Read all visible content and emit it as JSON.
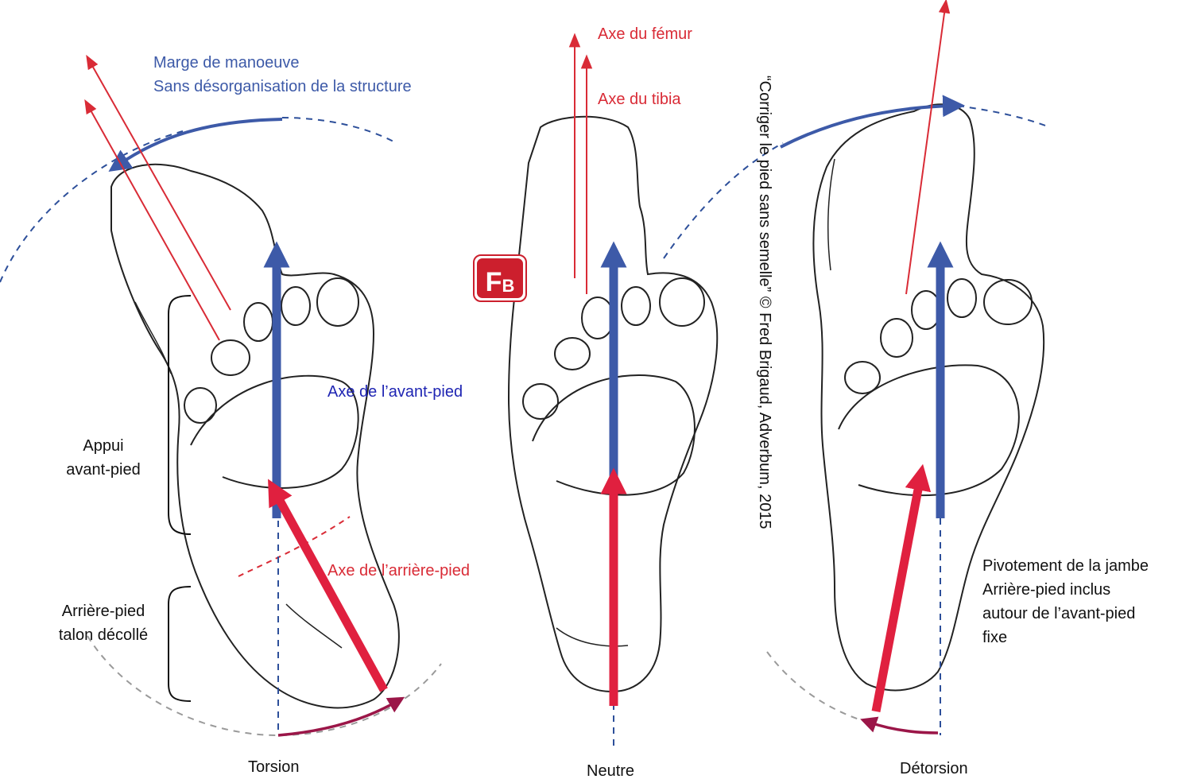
{
  "labels": {
    "marge": "Marge de manoeuve",
    "sans": "Sans désorganisation de la structure",
    "femur": "Axe du fémur",
    "tibia": "Axe du tibia",
    "avant_pied": "Axe de l’avant-pied",
    "arriere_pied": "Axe de l’arrière-pied",
    "appui_1": "Appui",
    "appui_2": "avant-pied",
    "arriere_talon_1": "Arrière-pied",
    "arriere_talon_2": "talon décollé",
    "pivot_1": "Pivotement de la jambe",
    "pivot_2": "Arrière-pied inclus",
    "pivot_3": "autour de l’avant-pied",
    "pivot_4": "fixe",
    "torsion": "Torsion",
    "neutre": "Neutre",
    "detorsion": "Détorsion",
    "copyright": "“Corriger le pied sans semelle” © Fred Brigaud, Adverbum, 2015",
    "logo_f": "F",
    "logo_b": "B"
  },
  "colors": {
    "blue_axis": "#3d5aa8",
    "red_axis": "#e0203f",
    "thin_red": "#d92b36",
    "rotation_arrow": "#9b1648",
    "dashed_gray": "#9a9a9a"
  }
}
